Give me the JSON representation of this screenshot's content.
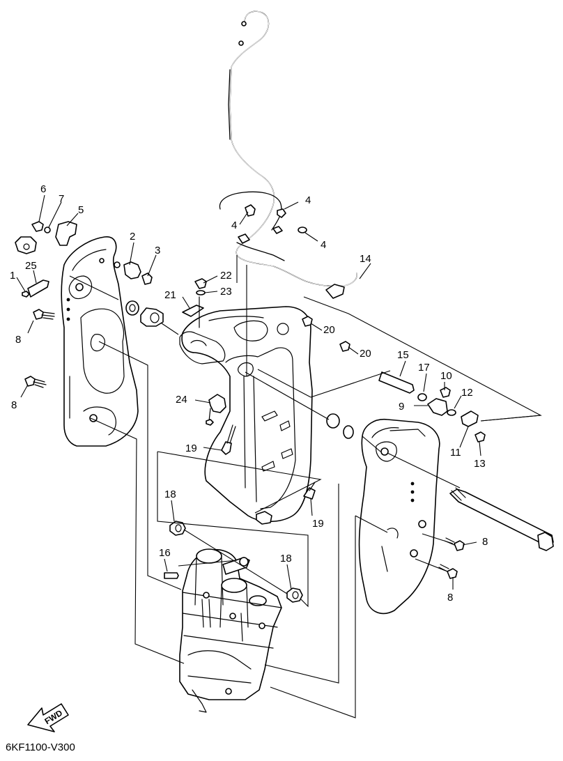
{
  "diagram": {
    "code": "6KF1100-V300",
    "fwd_label": "FWD",
    "callouts": {
      "p1": "1",
      "p2": "2",
      "p3": "3",
      "p4a": "4",
      "p4b": "4",
      "p4c": "4",
      "p5": "5",
      "p6": "6",
      "p7": "7",
      "p8a": "8",
      "p8b": "8",
      "p8c": "8",
      "p8d": "8",
      "p9": "9",
      "p10": "10",
      "p11": "11",
      "p12": "12",
      "p13": "13",
      "p14": "14",
      "p15": "15",
      "p16": "16",
      "p17": "17",
      "p18a": "18",
      "p18b": "18",
      "p19a": "19",
      "p19b": "19",
      "p20a": "20",
      "p20b": "20",
      "p21": "21",
      "p22": "22",
      "p23": "23",
      "p24": "24",
      "p25": "25"
    }
  }
}
